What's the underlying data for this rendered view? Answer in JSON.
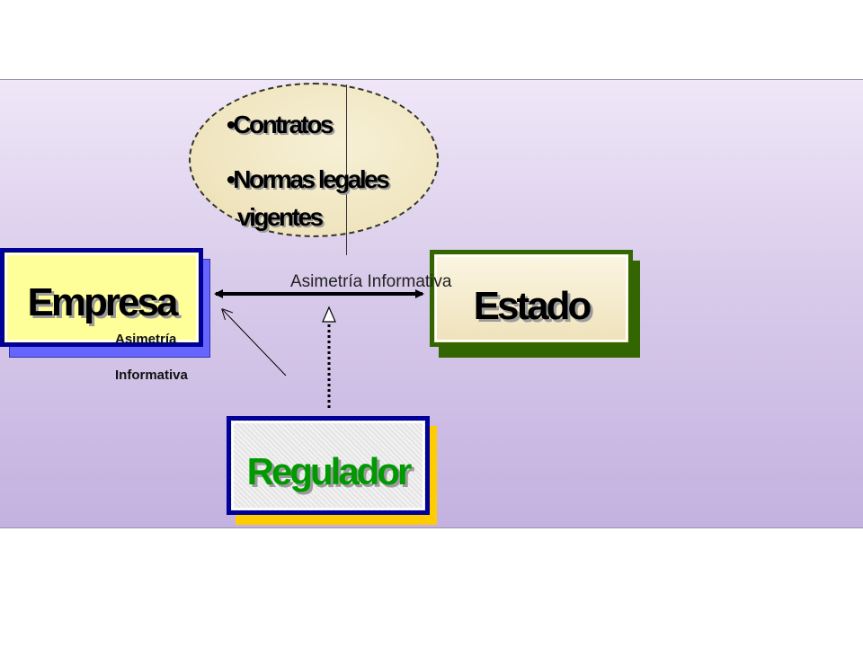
{
  "oval": {
    "item1": "•Contratos",
    "item2_line1": "•Normas legales",
    "item2_line2": "vigentes"
  },
  "empresa": {
    "label": "Empresa"
  },
  "estado": {
    "label": "Estado"
  },
  "regulador": {
    "label": "Regulador"
  },
  "arrow_label_top": "Asimetría Informativa",
  "arrow_label_left": {
    "line1": "Asimetría",
    "line2": "Informativa"
  },
  "colors": {
    "empresa_fill": "#ffff99",
    "empresa_border": "#000099",
    "empresa_shadow": "#6666ff",
    "estado_fill": "#f5ecd0",
    "estado_border": "#336600",
    "regulador_fill": "#e6e6e6",
    "regulador_border": "#000099",
    "regulador_shadow": "#ffcc00",
    "regulador_text": "#009900"
  }
}
